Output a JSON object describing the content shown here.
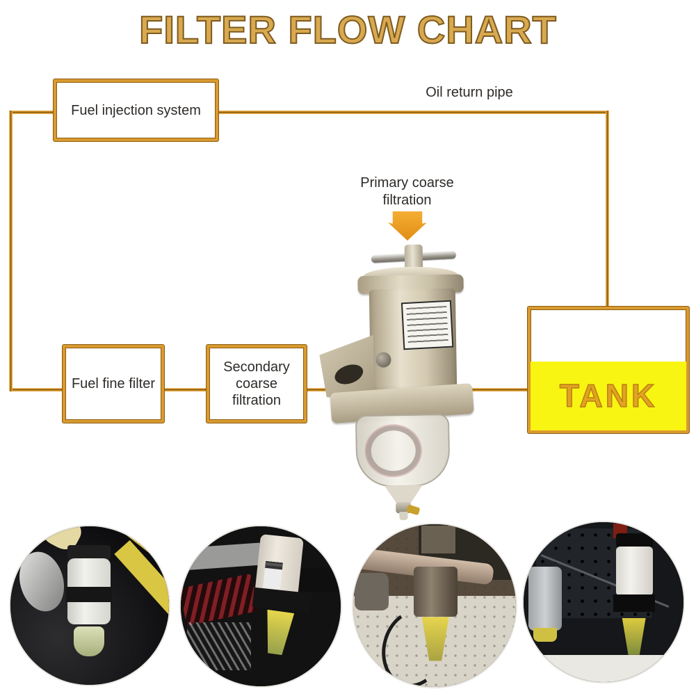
{
  "title": "FILTER FLOW CHART",
  "diagram": {
    "node_fuel_injection": "Fuel injection system",
    "node_fuel_fine_filter": "Fuel fine filter",
    "node_secondary": "Secondary coarse filtration",
    "label_oil_return": "Oil return pipe",
    "label_primary": "Primary coarse filtration",
    "tank_label": "TANK"
  },
  "colors": {
    "pipe_gold": "#D6952B",
    "pipe_dark_core": "#6B4708",
    "box_border_gold": "#DA9A2E",
    "tank_fuel_yellow": "#F8F512",
    "tank_text_gold": "#E2A321",
    "title_gold": "#D8A94F",
    "arrow_orange": "#F0A226",
    "label_text": "#2E2B28"
  }
}
